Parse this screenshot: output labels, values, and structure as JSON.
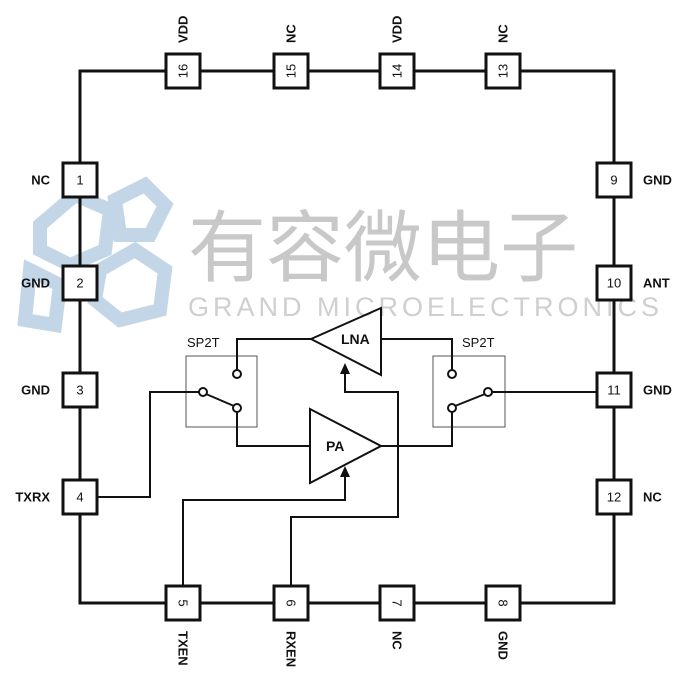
{
  "watermark": {
    "chinese": "有容微电子",
    "english": "GRAND MICROELECTRONICS",
    "logo_color": "#b9cfe3"
  },
  "pins": [
    {
      "num": "1",
      "name": "NC",
      "side": "left"
    },
    {
      "num": "2",
      "name": "GND",
      "side": "left"
    },
    {
      "num": "3",
      "name": "GND",
      "side": "left"
    },
    {
      "num": "4",
      "name": "TXRX",
      "side": "left"
    },
    {
      "num": "5",
      "name": "TXEN",
      "side": "bottom"
    },
    {
      "num": "6",
      "name": "RXEN",
      "side": "bottom"
    },
    {
      "num": "7",
      "name": "NC",
      "side": "bottom"
    },
    {
      "num": "8",
      "name": "GND",
      "side": "bottom"
    },
    {
      "num": "9",
      "name": "GND",
      "side": "right"
    },
    {
      "num": "10",
      "name": "ANT",
      "side": "right"
    },
    {
      "num": "11",
      "name": "GND",
      "side": "right"
    },
    {
      "num": "12",
      "name": "NC",
      "side": "right"
    },
    {
      "num": "13",
      "name": "NC",
      "side": "top"
    },
    {
      "num": "14",
      "name": "VDD",
      "side": "top"
    },
    {
      "num": "15",
      "name": "NC",
      "side": "top"
    },
    {
      "num": "16",
      "name": "VDD",
      "side": "top"
    }
  ],
  "blocks": {
    "left_switch": "SP2T",
    "right_switch": "SP2T",
    "lna": "LNA",
    "pa": "PA"
  }
}
